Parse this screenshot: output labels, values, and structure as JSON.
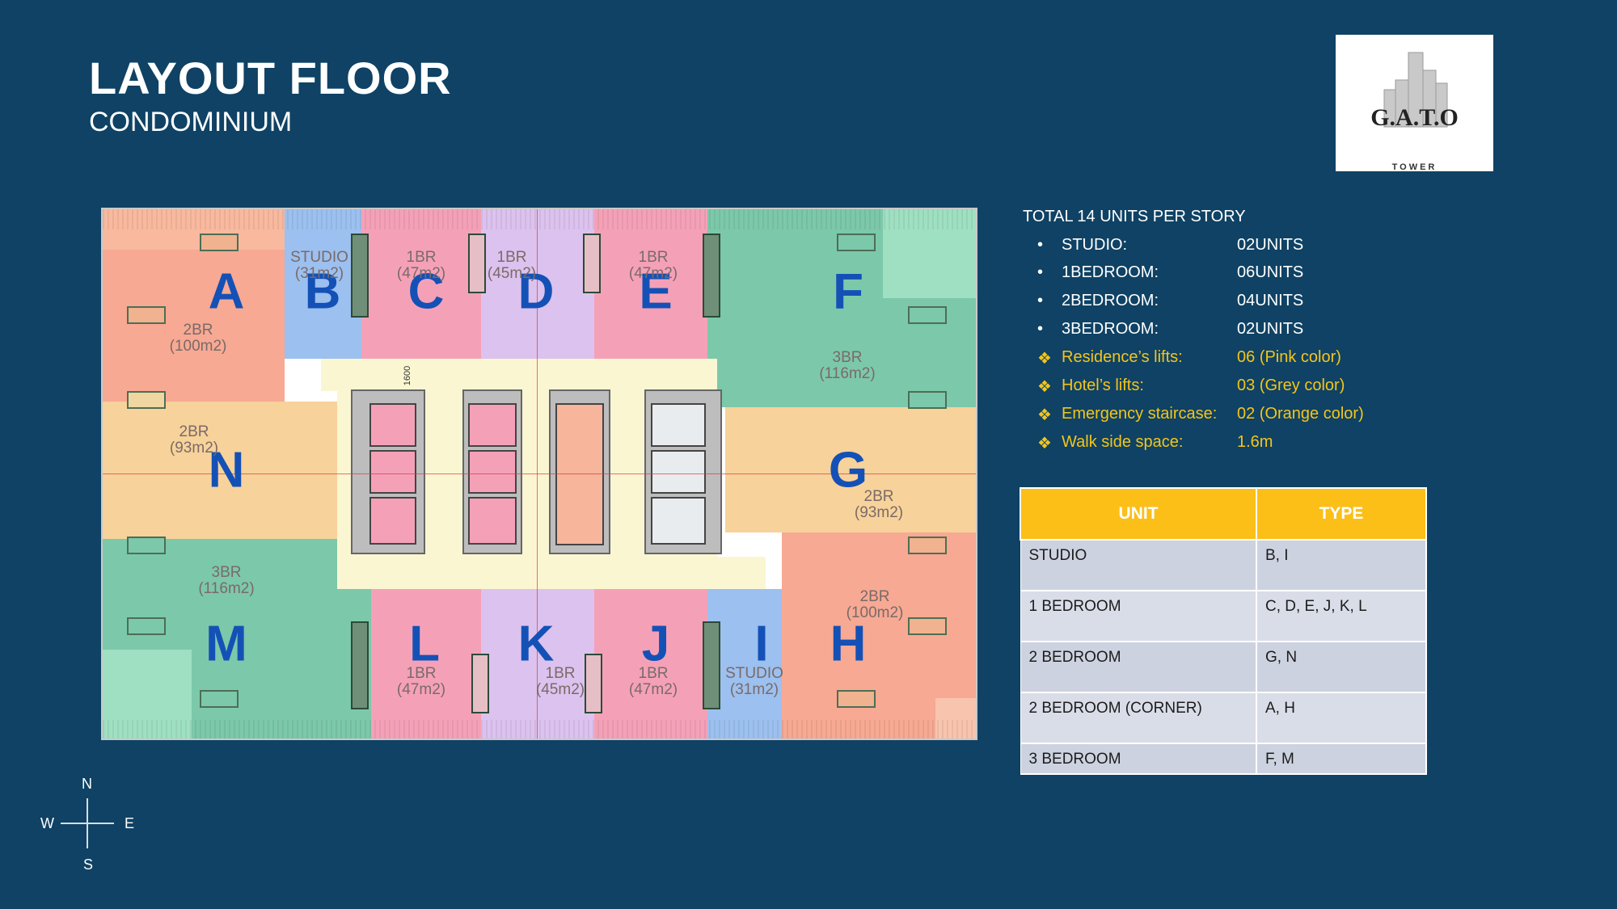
{
  "header": {
    "title": "LAYOUT FLOOR",
    "subtitle": "CONDOMINIUM"
  },
  "logo": {
    "name": "G.A.T.O",
    "tagline": "TOWER"
  },
  "plan": {
    "units": {
      "A": {
        "letter": "A",
        "label": "2BR\n(100m2)"
      },
      "B": {
        "letter": "B",
        "label": "STUDIO\n(31m2)"
      },
      "C": {
        "letter": "C",
        "label": "1BR\n(47m2)"
      },
      "D": {
        "letter": "D",
        "label": "1BR\n(45m2)"
      },
      "E": {
        "letter": "E",
        "label": "1BR\n(47m2)"
      },
      "F": {
        "letter": "F",
        "label": "3BR\n(116m2)"
      },
      "G": {
        "letter": "G",
        "label": "2BR\n(93m2)"
      },
      "H": {
        "letter": "H",
        "label": "2BR\n(100m2)"
      },
      "I": {
        "letter": "I",
        "label": "STUDIO\n(31m2)"
      },
      "J": {
        "letter": "J",
        "label": "1BR\n(47m2)"
      },
      "K": {
        "letter": "K",
        "label": "1BR\n(45m2)"
      },
      "L": {
        "letter": "L",
        "label": "1BR\n(47m2)"
      },
      "M": {
        "letter": "M",
        "label": "3BR\n(116m2)"
      },
      "N": {
        "letter": "N",
        "label": "2BR\n(93m2)"
      }
    },
    "walkway_dim": "1600",
    "colors": {
      "pink": "#f4a1b8",
      "salmon": "#f7a993",
      "blue": "#9cc0ef",
      "lavender": "#dcc2ee",
      "green": "#7cc8aa",
      "orange": "#f7d29a",
      "core": "#fbf6d2",
      "grey": "#bdbdbd"
    }
  },
  "info": {
    "total": "TOTAL 14 UNITS PER STORY",
    "bullets": [
      {
        "label": "STUDIO:",
        "value": "02UNITS"
      },
      {
        "label": "1BEDROOM:",
        "value": "06UNITS"
      },
      {
        "label": "2BEDROOM:",
        "value": "04UNITS"
      },
      {
        "label": "3BEDROOM:",
        "value": "02UNITS"
      }
    ],
    "highlights": [
      {
        "label": "Residence’s lifts:",
        "value": "06 (Pink color)"
      },
      {
        "label": "Hotel’s lifts:",
        "value": "03 (Grey color)"
      },
      {
        "label": "Emergency staircase:",
        "value": "02 (Orange color)"
      },
      {
        "label": "Walk side space:",
        "value": "1.6m"
      }
    ]
  },
  "table": {
    "headers": [
      "UNIT",
      "TYPE"
    ],
    "rows": [
      [
        "STUDIO",
        "B, I"
      ],
      [
        "1 BEDROOM",
        "C, D, E, J, K, L"
      ],
      [
        "2 BEDROOM",
        "G, N"
      ],
      [
        "2 BEDROOM (CORNER)",
        "A, H"
      ],
      [
        "3 BEDROOM",
        "F, M"
      ]
    ]
  },
  "compass": {
    "n": "N",
    "s": "S",
    "e": "E",
    "w": "W"
  }
}
